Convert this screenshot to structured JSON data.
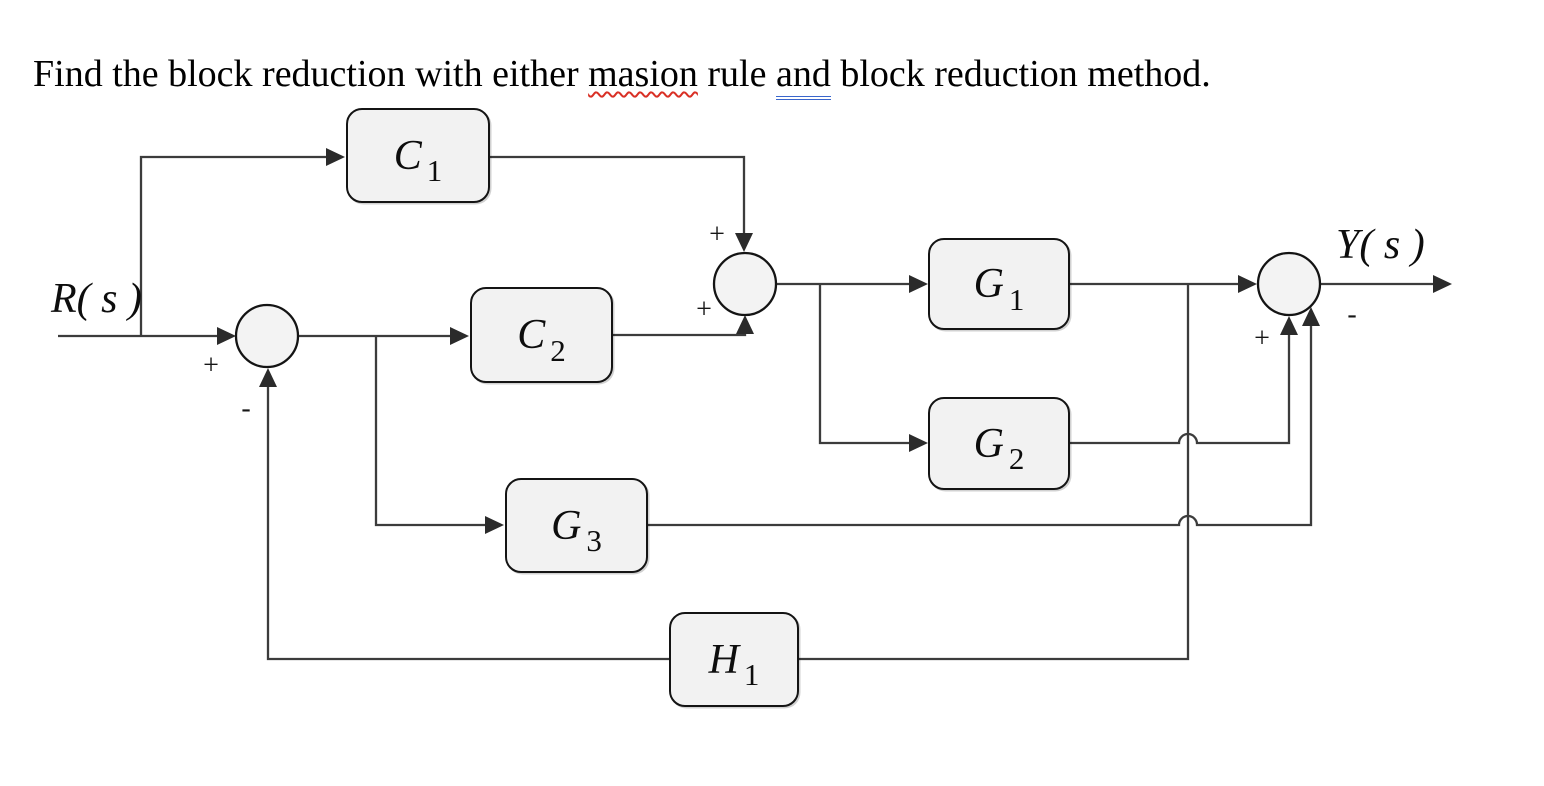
{
  "title": {
    "prefix": "Find the block reduction with either ",
    "misspelled_word": "masion",
    "middle": " rule ",
    "grammar_word": "and",
    "suffix": " block reduction method."
  },
  "diagram": {
    "input_label": "R( s )",
    "output_label": "Y( s )",
    "blocks": {
      "c1": {
        "base": "C",
        "sub": "1"
      },
      "c2": {
        "base": "C",
        "sub": "2"
      },
      "g1": {
        "base": "G",
        "sub": "1"
      },
      "g2": {
        "base": "G",
        "sub": "2"
      },
      "g3": {
        "base": "G",
        "sub": "3"
      },
      "h1": {
        "base": "H",
        "sub": "1"
      }
    },
    "summing_junctions": {
      "sum1": {
        "input_sign": "+",
        "feedback_sign": "-"
      },
      "sum2": {
        "top_sign": "+",
        "bottom_sign": "+"
      },
      "sum3": {
        "g2_sign": "+",
        "g3_sign": "-"
      }
    }
  },
  "colors": {
    "wire": "#3c3c3c",
    "block_border": "#141414",
    "block_fill": "#f2f2f2",
    "junction_fill": "#f3f3f3",
    "spell_underline": "#d93025",
    "grammar_underline": "#3a66cc",
    "text": "#000000"
  }
}
